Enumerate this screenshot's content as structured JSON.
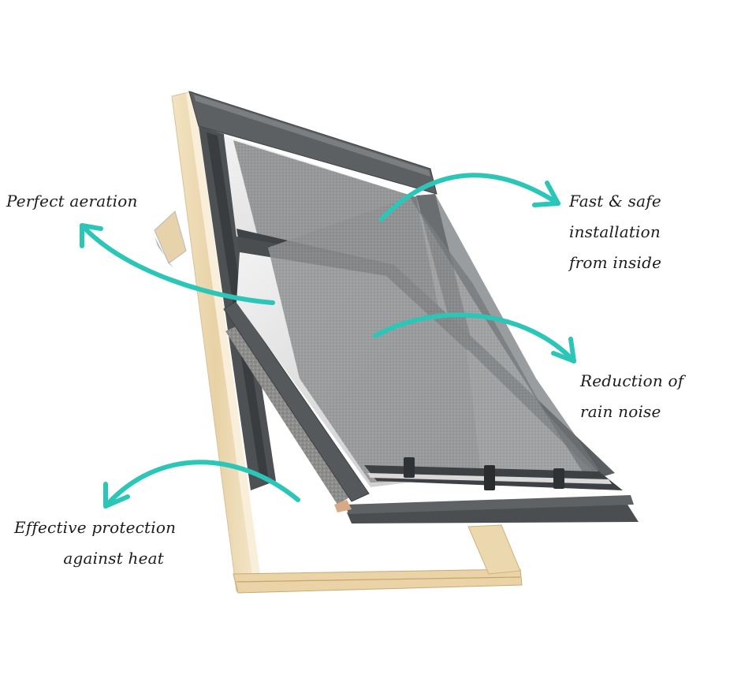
{
  "diagram": {
    "subject": "Roof window with exterior awning blind",
    "accent_color": "#2cc6b8",
    "frame_color": "#55595c",
    "wood_color": "#efdcb4",
    "mesh_color": "#8a8c8e"
  },
  "callouts": [
    {
      "id": "aeration",
      "lines": [
        "Perfect aeration"
      ],
      "arrow_icon": "curved-arrow-up-left"
    },
    {
      "id": "installation",
      "lines": [
        "Fast & safe",
        "installation",
        "from inside"
      ],
      "arrow_icon": "curved-arrow-right"
    },
    {
      "id": "rain",
      "lines": [
        "Reduction of",
        "rain noise"
      ],
      "arrow_icon": "curved-arrow-down-right"
    },
    {
      "id": "heat",
      "lines": [
        "Effective protection",
        "against heat"
      ],
      "arrow_icon": "curved-arrow-down-left"
    }
  ]
}
